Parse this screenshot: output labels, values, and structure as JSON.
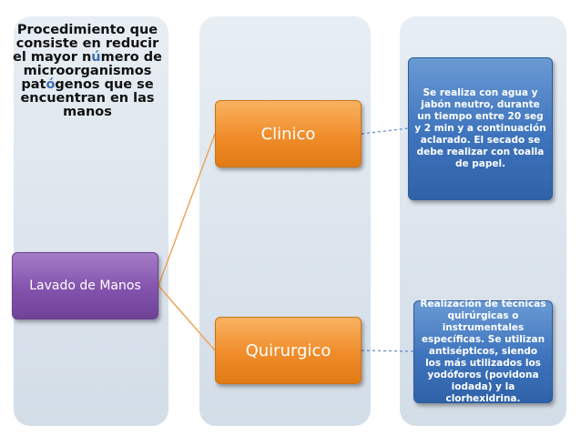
{
  "columns": [
    "column-1",
    "column-2",
    "column-3"
  ],
  "headline": {
    "part1": "Procedimiento que consiste en reducir el mayor n",
    "accent1": "ú",
    "part2": "mero de microorganismos pat",
    "accent2": "ó",
    "part3": "genos que se encuentran en las manos"
  },
  "nodes": {
    "root": "Lavado de Manos",
    "clinico": "Clinico",
    "quirurgico": "Quirurgico",
    "clinico_desc": "Se realiza con agua y jabón neutro, durante un tiempo entre 20 seg y 2 min y a continuación aclarado. El secado se debe realizar con toalla de papel.",
    "quirurgico_desc": "Realización de técnicas quirúrgicas o instrumentales específicas. Se utilizan antisépticos, siendo los más utilizados los yodóforos (povidona iodada) y la clorhexidrina."
  },
  "colors": {
    "column_bg": "#dde6ee",
    "root_fill": "#8353ad",
    "branch_fill": "#f08c2a",
    "leaf_fill": "#3e74bd",
    "connector": "#f0a050",
    "accent_text": "#3b6fb6"
  }
}
